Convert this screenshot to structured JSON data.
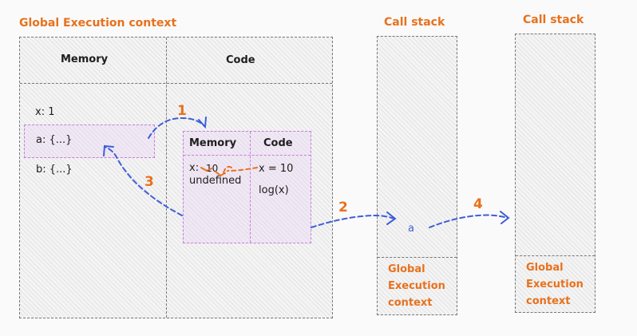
{
  "diagram": {
    "global_context_title": "Global Execution context",
    "memory_header": "Memory",
    "code_header": "Code",
    "global_memory_vars": [
      "x: 1",
      "a: {...}",
      "b: {...}"
    ],
    "function_context": {
      "memory_header": "Memory",
      "code_header": "Code",
      "memory_x_label": "x:",
      "memory_x_old": "undefined",
      "memory_x_new": "10",
      "code_lines": [
        "x = 10",
        "log(x)"
      ]
    },
    "call_stacks": [
      {
        "title": "Call stack",
        "top_item": "a",
        "bottom_item_lines": [
          "Global",
          "Execution",
          "context"
        ]
      },
      {
        "title": "Call stack",
        "bottom_item_lines": [
          "Global",
          "Execution",
          "context"
        ]
      }
    ],
    "step_numbers": [
      "1",
      "2",
      "3",
      "4"
    ],
    "colors": {
      "orange": "#e8711d",
      "blue": "#3f5ed8",
      "purple": "#c87de0",
      "border": "#777777"
    }
  }
}
